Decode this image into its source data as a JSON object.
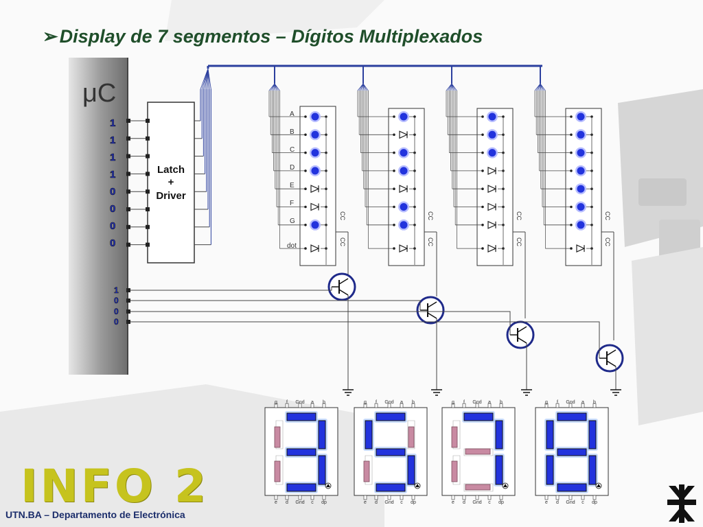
{
  "slide": {
    "title": "Display de 7 segmentos – Dígitos Multiplexados",
    "footer_logo": "INFO 2",
    "footer_subtitle": "UTN.BA – Departamento de Electrónica"
  },
  "diagram": {
    "mcu_label": "μC",
    "latch_label": [
      "Latch",
      "+",
      "Driver"
    ],
    "segment_labels": [
      "A",
      "B",
      "C",
      "D",
      "E",
      "F",
      "G",
      "dot"
    ],
    "common_label": "CC",
    "data_bits": [
      "1",
      "1",
      "1",
      "1",
      "0",
      "0",
      "0",
      "0"
    ],
    "select_bits": [
      "1",
      "0",
      "0",
      "0"
    ],
    "digit_pins_top": [
      "g",
      "f",
      "Gnd",
      "a",
      "b"
    ],
    "digit_pins_bottom": [
      "e",
      "d",
      "Gnd",
      "c",
      "dp"
    ],
    "colors": {
      "led_on": "#2233dd",
      "led_off": "#c88aa2",
      "wire": "#444444",
      "bus": "#2b3f9e",
      "transistor_ring": "#1f2a8a",
      "title": "#1f4e2a",
      "logo": "#c6c31e"
    }
  }
}
